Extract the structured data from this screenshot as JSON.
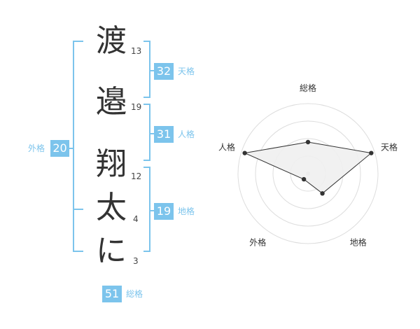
{
  "name": {
    "chars": [
      {
        "char": "渡",
        "strokes": "13"
      },
      {
        "char": "邉",
        "strokes": "19"
      },
      {
        "char": "翔",
        "strokes": "12"
      },
      {
        "char": "太",
        "strokes": "4"
      },
      {
        "char": "に",
        "strokes": "3"
      }
    ]
  },
  "scores": {
    "tenkaku": {
      "value": "32",
      "label": "天格"
    },
    "jinkaku": {
      "value": "31",
      "label": "人格"
    },
    "chikaku": {
      "value": "19",
      "label": "地格"
    },
    "gaikaku": {
      "value": "20",
      "label": "外格"
    },
    "soukaku": {
      "value": "51",
      "label": "総格"
    }
  },
  "radar": {
    "axes": [
      "総格",
      "天格",
      "地格",
      "外格",
      "人格"
    ],
    "levels": [
      0.45,
      0.95,
      0.35,
      0.1,
      0.95
    ],
    "accent": "#7cc4ec",
    "fill": "#efefef",
    "line": "#333333"
  }
}
